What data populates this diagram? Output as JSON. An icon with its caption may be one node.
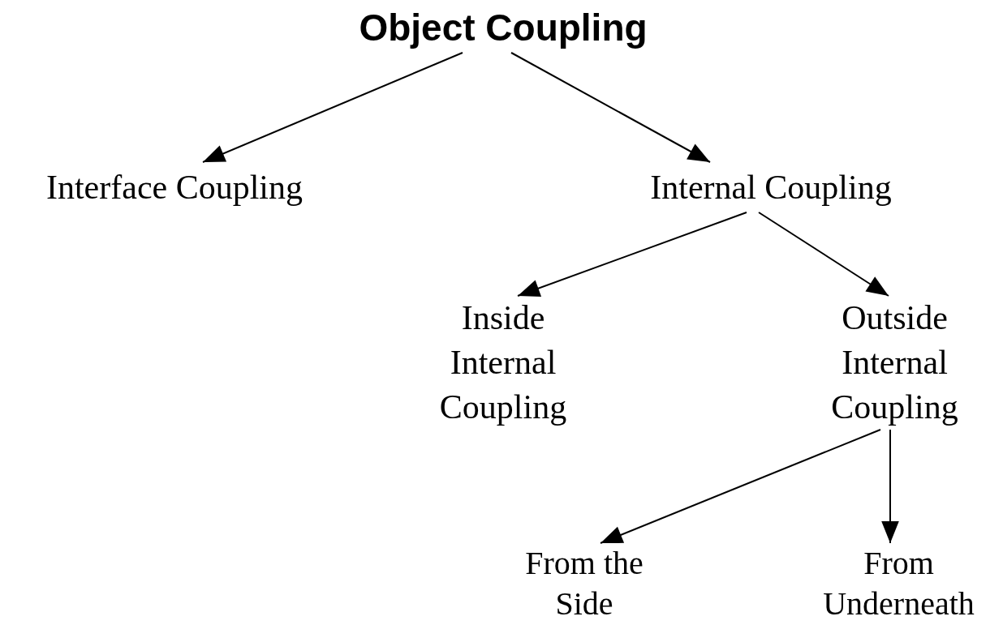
{
  "diagram": {
    "nodes": [
      {
        "text": [
          "Object Coupling"
        ]
      },
      {
        "text": [
          "Interface Coupling"
        ]
      },
      {
        "text": [
          "Internal Coupling"
        ]
      },
      {
        "text": [
          "Inside Internal Coupling"
        ]
      },
      {
        "text": [
          "Outside Internal Coupling"
        ]
      },
      {
        "text": [
          "From the Side"
        ]
      },
      {
        "text": [
          "From Underneath"
        ]
      }
    ],
    "edges": [
      {
        "from": 0,
        "to": 1,
        "arrow": "to"
      },
      {
        "from": 0,
        "to": 2,
        "arrow": "to"
      },
      {
        "from": 2,
        "to": 3,
        "arrow": "to"
      },
      {
        "from": 2,
        "to": 4,
        "arrow": "to"
      },
      {
        "from": 4,
        "to": 5,
        "arrow": "to"
      },
      {
        "from": 4,
        "to": 6,
        "arrow": "to"
      }
    ]
  }
}
